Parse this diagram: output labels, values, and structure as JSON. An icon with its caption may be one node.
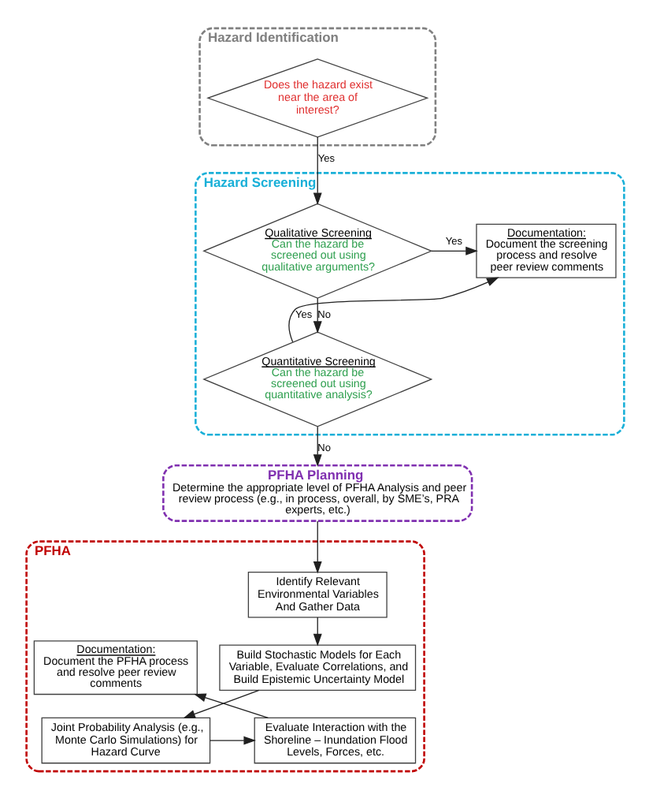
{
  "diagram": {
    "nodes": [
      {
        "text": [
          "Hazard Identification"
        ]
      },
      {
        "text": [
          "Does the hazard exist near the area of interest?"
        ],
        "in": 0
      },
      {
        "text": [
          "Hazard Screening"
        ]
      },
      {
        "text": [
          "Qualitative Screening",
          "Can the hazard be screened out using qualitative arguments?"
        ],
        "in": 2
      },
      {
        "text": [
          "Documentation:",
          "Document the screening process and resolve peer review comments"
        ],
        "in": 2
      },
      {
        "text": [
          "Quantitative Screening",
          "Can the hazard be screened out using quantitative analysis?"
        ],
        "in": 2
      },
      {
        "text": [
          "PFHA Planning",
          "Determine the appropriate level of PFHA Analysis and peer review process (e.g., in process, overall, by SME’s, PRA experts, etc.)"
        ]
      },
      {
        "text": [
          "PFHA"
        ]
      },
      {
        "text": [
          "Identify Relevant Environmental Variables And Gather Data"
        ],
        "in": 7
      },
      {
        "text": [
          "Build Stochastic Models for Each Variable, Evaluate Correlations, and Build Epistemic Uncertainty Model"
        ],
        "in": 7
      },
      {
        "text": [
          "Joint Probability Analysis (e.g., Monte Carlo Simulations) for Hazard Curve"
        ],
        "in": 7
      },
      {
        "text": [
          "Evaluate Interaction with the Shoreline – Inundation Flood Levels, Forces, etc."
        ],
        "in": 7
      },
      {
        "text": [
          "Documentation:",
          "Document the PFHA process and resolve peer review comments"
        ],
        "in": 7
      }
    ],
    "edges": [
      {
        "from": 1,
        "to": 3,
        "arrow": "to",
        "label": "Yes"
      },
      {
        "from": 3,
        "to": 4,
        "arrow": "to",
        "label": "Yes"
      },
      {
        "from": 3,
        "to": 5,
        "arrow": "to",
        "label": "No"
      },
      {
        "from": 5,
        "to": 4,
        "arrow": "to",
        "label": "Yes"
      },
      {
        "from": 5,
        "to": 6,
        "arrow": "to",
        "label": "No"
      },
      {
        "from": 6,
        "to": 8,
        "arrow": "to"
      },
      {
        "from": 8,
        "to": 9,
        "arrow": "to"
      },
      {
        "from": 9,
        "to": 10,
        "arrow": "to"
      },
      {
        "from": 10,
        "to": 11,
        "arrow": "to"
      },
      {
        "from": 11,
        "to": 12,
        "arrow": "to"
      }
    ]
  }
}
